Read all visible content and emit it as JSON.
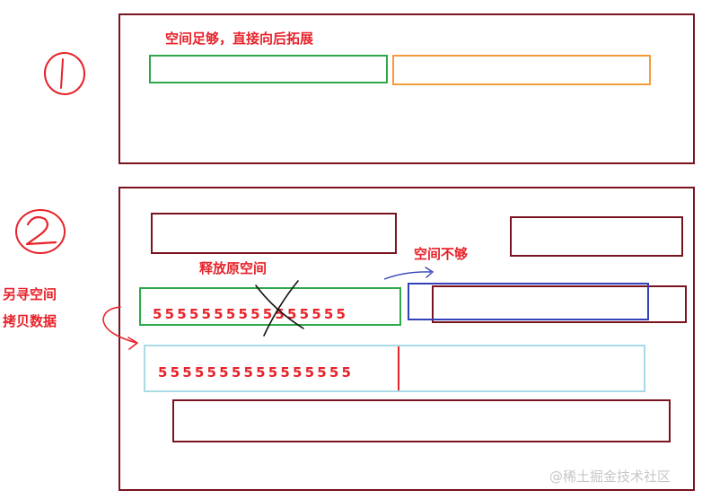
{
  "scenario1": {
    "title": "空间足够，直接向后拓展",
    "marker": "①"
  },
  "scenario2": {
    "marker": "②",
    "release_label": "释放原空间",
    "insufficient_label": "空间不够",
    "relocate_label_line1": "另寻空间",
    "relocate_label_line2": "拷贝数据",
    "old_block_digits": "5555555555555555",
    "new_block_digits": "5555555555555555"
  },
  "watermark": "@稀土掘金技术社区",
  "colors": {
    "frame": "#7a1320",
    "text": "#e8222a",
    "green": "#2ea84b",
    "orange": "#f59b3c",
    "blue": "#3440b8",
    "light_blue": "#a9dbe6",
    "black": "#111111"
  }
}
